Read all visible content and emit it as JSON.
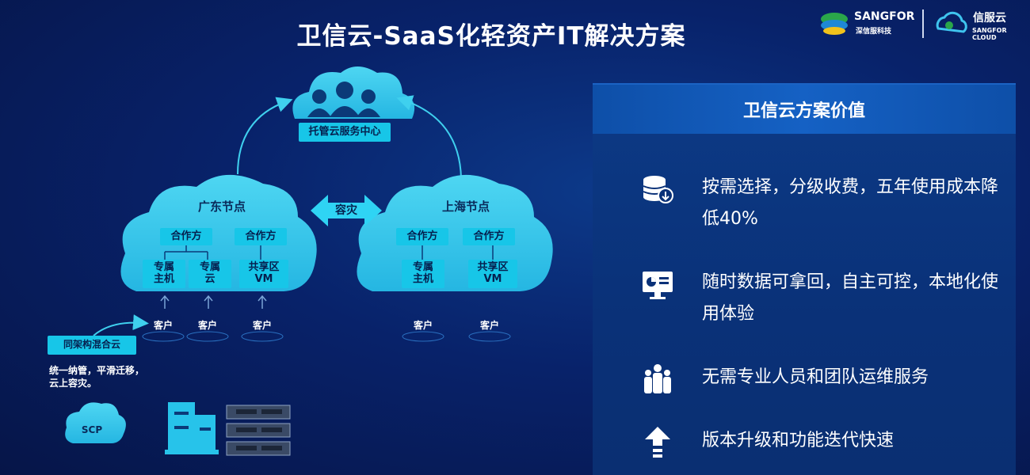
{
  "title": "卫信云-SaaS化轻资产IT解决方案",
  "logo": {
    "brand": "SANGFOR",
    "brand_sub": "深信服科技",
    "cloud": "信服云",
    "cloud_sub": "SANGFOR CLOUD"
  },
  "diagram": {
    "service_center": "托管云服务中心",
    "disaster_recovery": "容灾",
    "guangdong": {
      "name": "广东节点",
      "partners": [
        "合作方",
        "合作方"
      ],
      "resources": [
        "专属\n主机",
        "专属\n云",
        "共享区\nVM"
      ],
      "clients": [
        "客户",
        "客户",
        "客户"
      ]
    },
    "shanghai": {
      "name": "上海节点",
      "partners": [
        "合作方",
        "合作方"
      ],
      "resources": [
        "专属\n主机",
        "共享区\nVM"
      ],
      "clients": [
        "客户",
        "客户"
      ]
    },
    "hybrid": {
      "label": "同架构混合云",
      "desc": "统一纳管，平滑迁移，\n云上容灾。"
    },
    "scp": "SCP"
  },
  "panel": {
    "header": "卫信云方案价值",
    "items": [
      {
        "icon": "database-download-icon",
        "text": "按需选择，分级收费，五年使用成本降低40%"
      },
      {
        "icon": "dashboard-monitor-icon",
        "text": "随时数据可拿回，自主可控，本地化使用体验"
      },
      {
        "icon": "team-icon",
        "text": "无需专业人员和团队运维服务"
      },
      {
        "icon": "upgrade-arrow-icon",
        "text": "版本升级和功能迭代快速"
      }
    ]
  },
  "colors": {
    "accent": "#17c6e8",
    "background": "#08226a",
    "cloud": "#3fd0ee"
  }
}
